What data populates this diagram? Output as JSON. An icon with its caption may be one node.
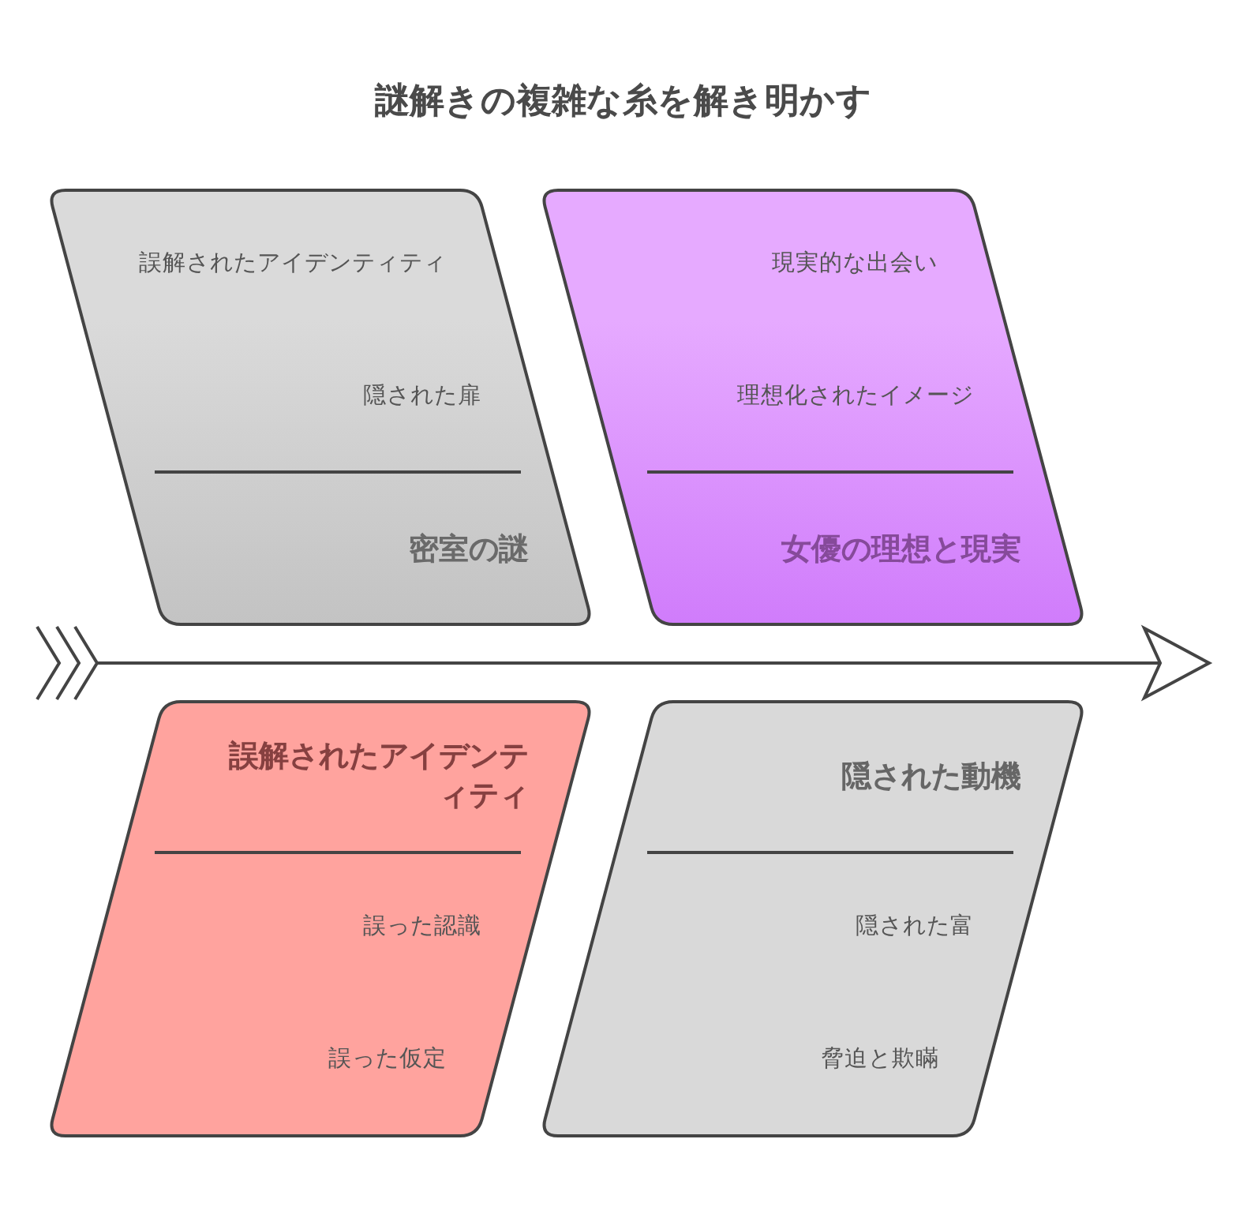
{
  "diagram": {
    "title": "謎解きの複雑な糸を解き明かす",
    "nodes": [
      {
        "text": [
          "誤解されたアイデンティティ",
          "隠された扉",
          "密室の謎"
        ]
      },
      {
        "text": [
          "現実的な出会い",
          "理想化されたイメージ",
          "女優の理想と現実"
        ]
      },
      {
        "text": [
          "誤解されたアイデンティティ",
          "誤った認識",
          "誤った仮定"
        ]
      },
      {
        "text": [
          "隠された動機",
          "隠された富",
          "脅迫と欺瞞"
        ]
      }
    ]
  }
}
